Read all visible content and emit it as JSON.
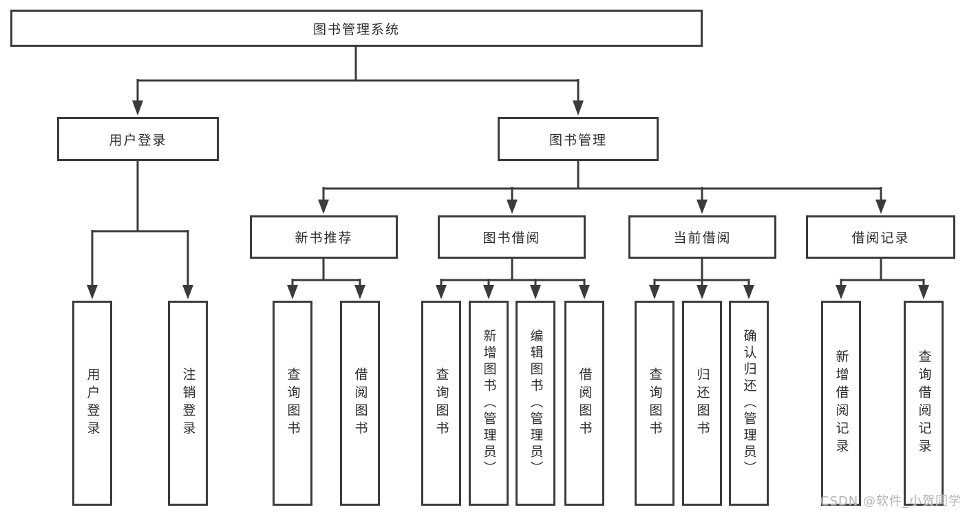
{
  "diagram": {
    "root": {
      "label": "图书管理系统"
    },
    "level2": {
      "user_login": {
        "label": "用户登录"
      },
      "book_management": {
        "label": "图书管理"
      }
    },
    "level3": {
      "new_book": {
        "label": "新书推荐"
      },
      "book_borrow": {
        "label": "图书借阅"
      },
      "current_borrow": {
        "label": "当前借阅"
      },
      "borrow_record": {
        "label": "借阅记录"
      }
    },
    "leaves": {
      "user_login_1": "用户登录",
      "user_login_2": "注销登录",
      "new_book_1": "查询图书",
      "new_book_2": "借阅图书",
      "book_borrow_1": "查询图书",
      "book_borrow_2": "新增图书（管理员）",
      "book_borrow_3": "编辑图书（管理员）",
      "book_borrow_4": "借阅图书",
      "current_borrow_1": "查询图书",
      "current_borrow_2": "归还图书",
      "current_borrow_3": "确认归还（管理员）",
      "borrow_record_1": "新增借阅记录",
      "borrow_record_2": "查询借阅记录"
    },
    "watermark": "CSDN @软件_小贺同学",
    "colors": {
      "line": "#3b3b3b",
      "box_border": "#3b3b3b",
      "text": "#2d2d2d",
      "watermark": "#b3b3b3",
      "background": "#ffffff"
    }
  }
}
